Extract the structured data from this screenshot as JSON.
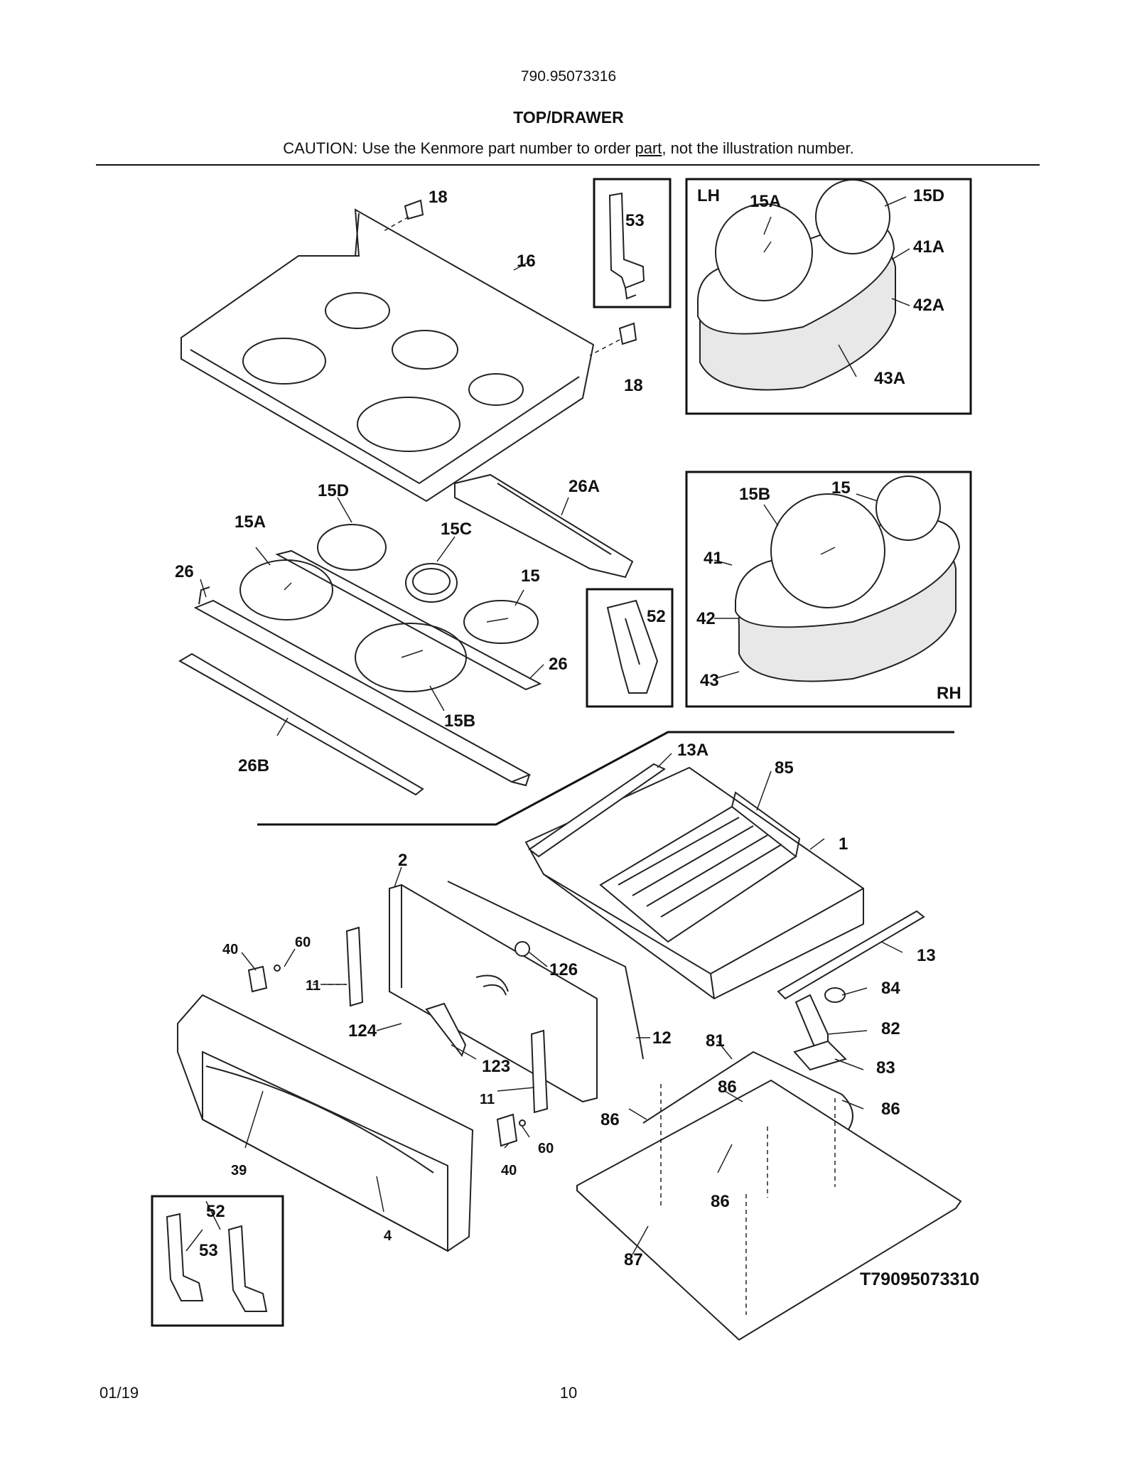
{
  "header": {
    "model_number": "790.95073316",
    "section_title": "TOP/DRAWER",
    "caution_before": "CAUTION: Use the Kenmore part number to order ",
    "caution_link": "part",
    "caution_after": ", not the illustration number."
  },
  "callouts": {
    "c18_top": "18",
    "c16": "16",
    "c53_inset": "53",
    "c18_right": "18",
    "lh": "LH",
    "c15a_lh": "15A",
    "c15d_lh": "15D",
    "c41a": "41A",
    "c42a": "42A",
    "c43a": "43A",
    "c15d": "15D",
    "c26a": "26A",
    "c15a": "15A",
    "c15c": "15C",
    "c26_left": "26",
    "c15": "15",
    "c26_right": "26",
    "c15b": "15B",
    "c26b": "26B",
    "c52_inset": "52",
    "c15b_rh": "15B",
    "c15_rh": "15",
    "c41": "41",
    "c42": "42",
    "c43": "43",
    "rh": "RH",
    "c13a": "13A",
    "c85": "85",
    "c1": "1",
    "c2": "2",
    "c13": "13",
    "c126": "126",
    "c40_top": "40",
    "c60_top": "60",
    "c11_top": "11",
    "c84": "84",
    "c82": "82",
    "c124": "124",
    "c12": "12",
    "c81": "81",
    "c123": "123",
    "c83": "83",
    "c11_bottom": "11",
    "c86_a": "86",
    "c86_b": "86",
    "c86_c": "86",
    "c60_bottom": "60",
    "c39": "39",
    "c40_bottom": "40",
    "c52_bl": "52",
    "c53_bl": "53",
    "c86_d": "86",
    "c4": "4",
    "c87": "87"
  },
  "illustration_code": "T79095073310",
  "footer": {
    "date": "01/19",
    "page_number": "10"
  }
}
